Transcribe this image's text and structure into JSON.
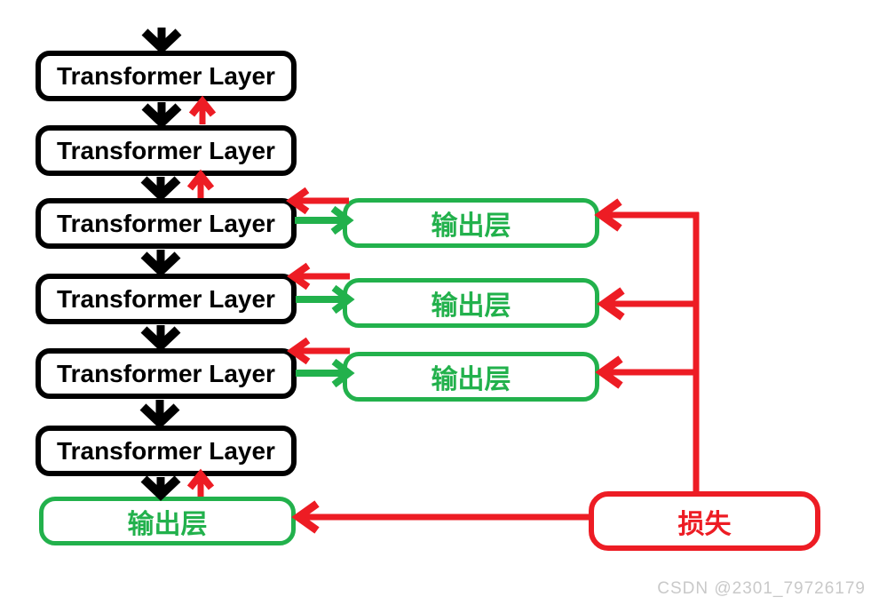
{
  "diagram": {
    "transformer_layers": [
      {
        "label": "Transformer Layer"
      },
      {
        "label": "Transformer Layer"
      },
      {
        "label": "Transformer Layer"
      },
      {
        "label": "Transformer Layer"
      },
      {
        "label": "Transformer Layer"
      },
      {
        "label": "Transformer Layer"
      }
    ],
    "side_output_layers": [
      {
        "label": "输出层"
      },
      {
        "label": "输出层"
      },
      {
        "label": "输出层"
      }
    ],
    "bottom_output_layer": {
      "label": "输出层"
    },
    "loss_node": {
      "label": "损失"
    },
    "colors": {
      "layer_border": "#000000",
      "forward_arrow": "#000000",
      "output_green": "#22b14c",
      "gradient_red": "#ed1c24",
      "background": "#ffffff",
      "watermark_gray": "#c9c9c9"
    }
  },
  "watermark": {
    "text": "CSDN @2301_79726179"
  }
}
